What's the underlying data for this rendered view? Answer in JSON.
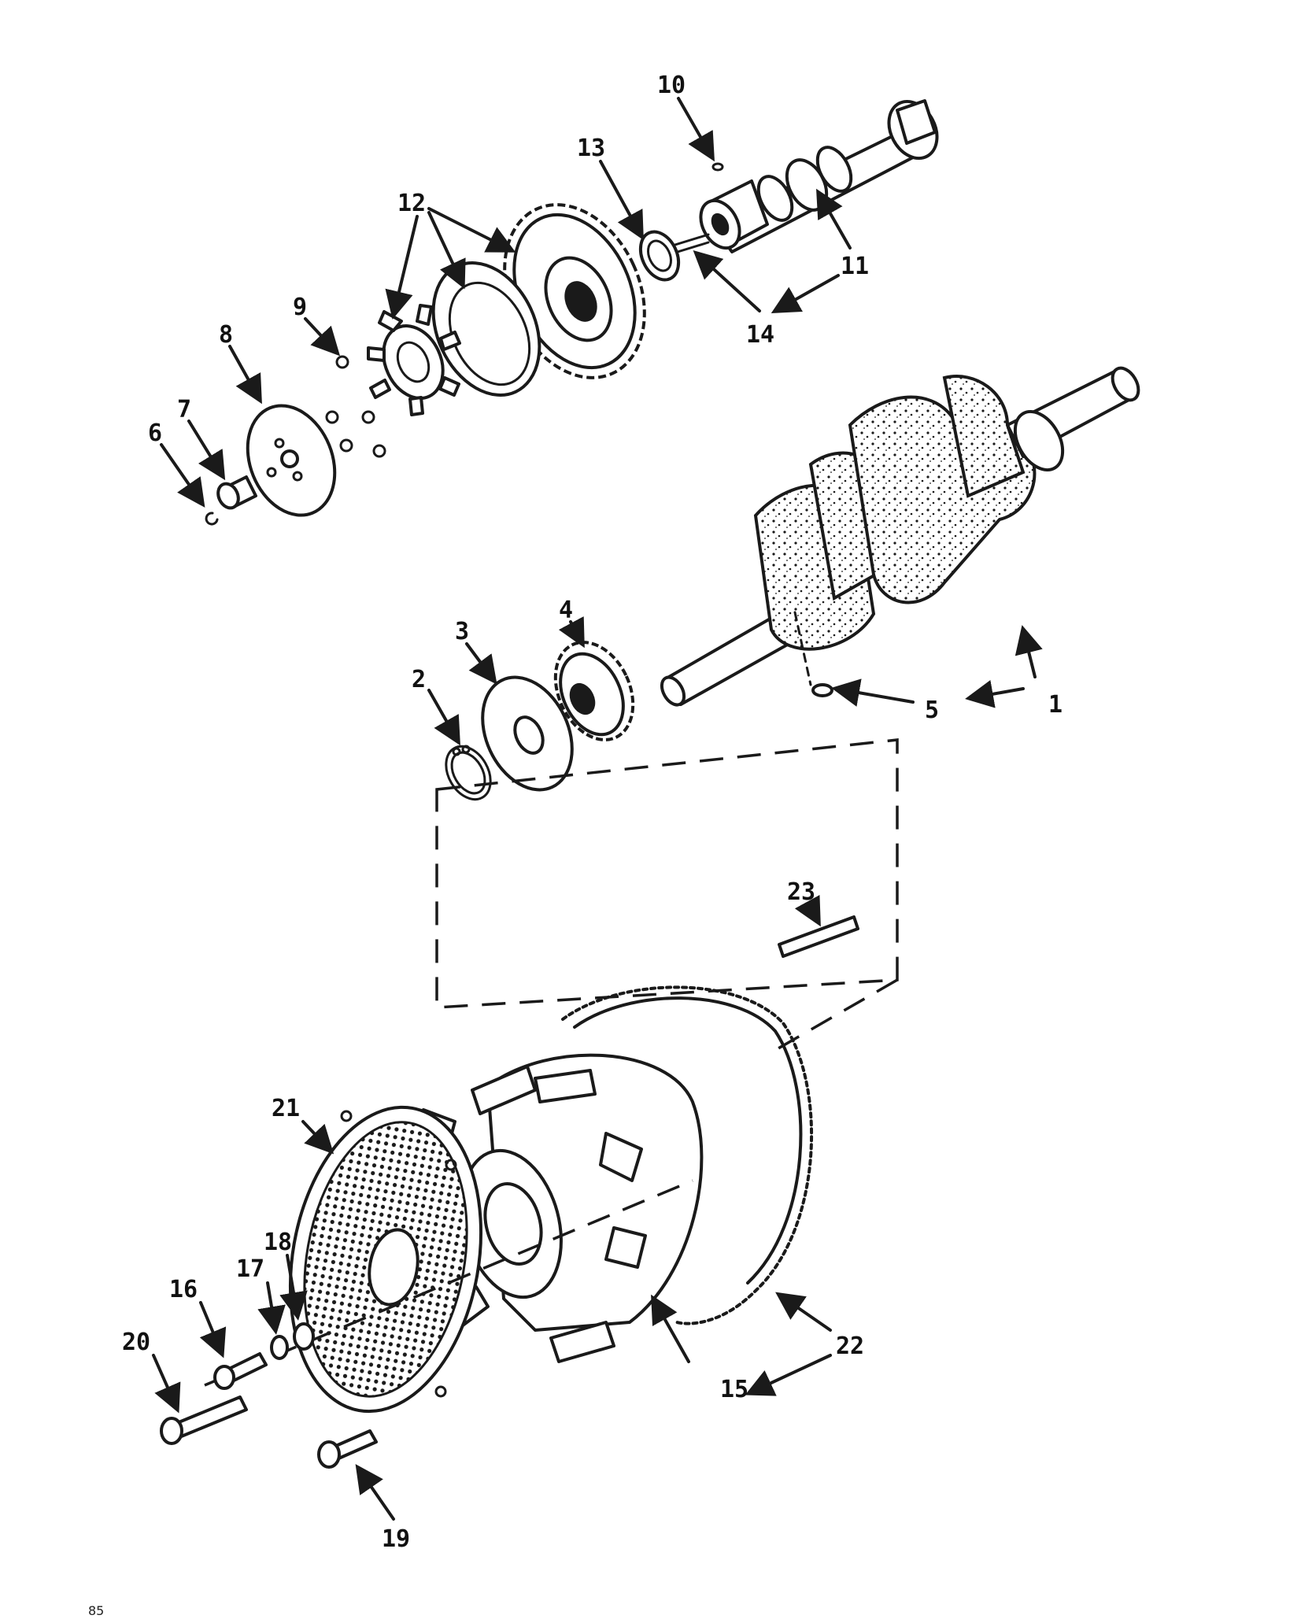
{
  "callouts": [
    {
      "id": "1",
      "text": "1"
    },
    {
      "id": "2",
      "text": "2"
    },
    {
      "id": "3",
      "text": "3"
    },
    {
      "id": "4",
      "text": "4"
    },
    {
      "id": "5",
      "text": "5"
    },
    {
      "id": "6",
      "text": "6"
    },
    {
      "id": "7",
      "text": "7"
    },
    {
      "id": "8",
      "text": "8"
    },
    {
      "id": "9",
      "text": "9"
    },
    {
      "id": "10",
      "text": "10"
    },
    {
      "id": "11a",
      "text": "11"
    },
    {
      "id": "11b",
      "text": "11"
    },
    {
      "id": "12",
      "text": "12"
    },
    {
      "id": "13",
      "text": "13"
    },
    {
      "id": "14",
      "text": "14"
    },
    {
      "id": "15",
      "text": "15"
    },
    {
      "id": "16",
      "text": "16"
    },
    {
      "id": "17",
      "text": "17"
    },
    {
      "id": "18",
      "text": "18"
    },
    {
      "id": "19",
      "text": "19"
    },
    {
      "id": "20",
      "text": "20"
    },
    {
      "id": "21",
      "text": "21"
    },
    {
      "id": "22",
      "text": "22"
    },
    {
      "id": "23",
      "text": "23"
    }
  ],
  "figure_code": "85"
}
